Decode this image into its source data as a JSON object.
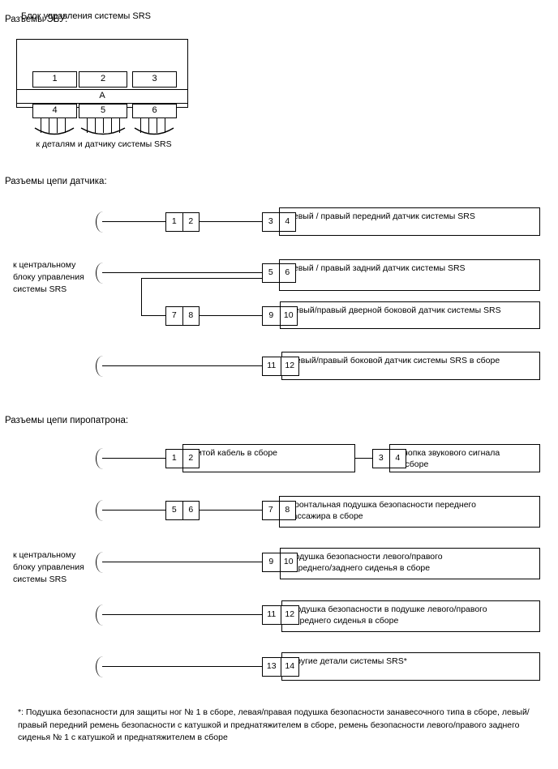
{
  "sections": {
    "ecu": {
      "heading": "Разъемы ЭБУ:",
      "block_title": "Блок управления системы SRS",
      "top_pins": [
        "1",
        "2",
        "3"
      ],
      "bar_label": "А",
      "bottom_pins": [
        "4",
        "5",
        "6"
      ],
      "caption": "к деталям и датчику системы SRS"
    },
    "sensor": {
      "heading": "Разъемы цепи датчика:",
      "side_label": "к центральному\nблоку управления\nсистемы SRS",
      "side_label_lines": [
        "к центральному",
        "блоку управления",
        "системы SRS"
      ],
      "rows": [
        {
          "left_pins": [
            "1",
            "2"
          ],
          "right_pins": [
            "3",
            "4"
          ],
          "description": "Левый / правый передний датчик системы SRS"
        },
        {
          "left_pins": [],
          "right_pins": [
            "5",
            "6"
          ],
          "description": "Левый / правый задний датчик системы SRS"
        },
        {
          "left_pins": [
            "7",
            "8"
          ],
          "right_pins": [
            "9",
            "10"
          ],
          "description": "Левый/правый дверной боковой датчик системы SRS"
        },
        {
          "left_pins": [],
          "right_pins": [
            "11",
            "12"
          ],
          "description": "Левый/правый боковой датчик системы SRS в сборе"
        }
      ]
    },
    "pyro": {
      "heading": "Разъемы цепи пиропатрона:",
      "side_label_lines": [
        "к центральному",
        "блоку управления",
        "системы SRS"
      ],
      "rows": [
        {
          "left_pins": [
            "1",
            "2"
          ],
          "right_pins": [
            "3",
            "4"
          ],
          "description": "Витой кабель в сборе",
          "second_description_lines": [
            "Кнопка звукового сигнала",
            "в сборе"
          ]
        },
        {
          "left_pins": [
            "5",
            "6"
          ],
          "right_pins": [
            "7",
            "8"
          ],
          "description_lines": [
            "Фронтальная подушка безопасности переднего",
            "пассажира в сборе"
          ]
        },
        {
          "left_pins": [],
          "right_pins": [
            "9",
            "10"
          ],
          "description_lines": [
            "Подушка безопасности левого/правого",
            "переднего/заднего сиденья в сборе"
          ]
        },
        {
          "left_pins": [],
          "right_pins": [
            "11",
            "12"
          ],
          "description_lines": [
            "Подушка безопасности в подушке левого/правого",
            "переднего сиденья в сборе"
          ]
        },
        {
          "left_pins": [],
          "right_pins": [
            "13",
            "14"
          ],
          "description_lines": [
            "Другие детали системы SRS*"
          ]
        }
      ]
    }
  },
  "footnote": "*: Подушка безопасности для защиты ног № 1 в сборе, левая/правая подушка безопасности занавесочного типа в сборе, левый/правый передний ремень безопасности с катушкой и преднатяжителем в сборе, ремень безопасности левого/правого заднего сиденья № 1 с катушкой и преднатяжителем в сборе"
}
